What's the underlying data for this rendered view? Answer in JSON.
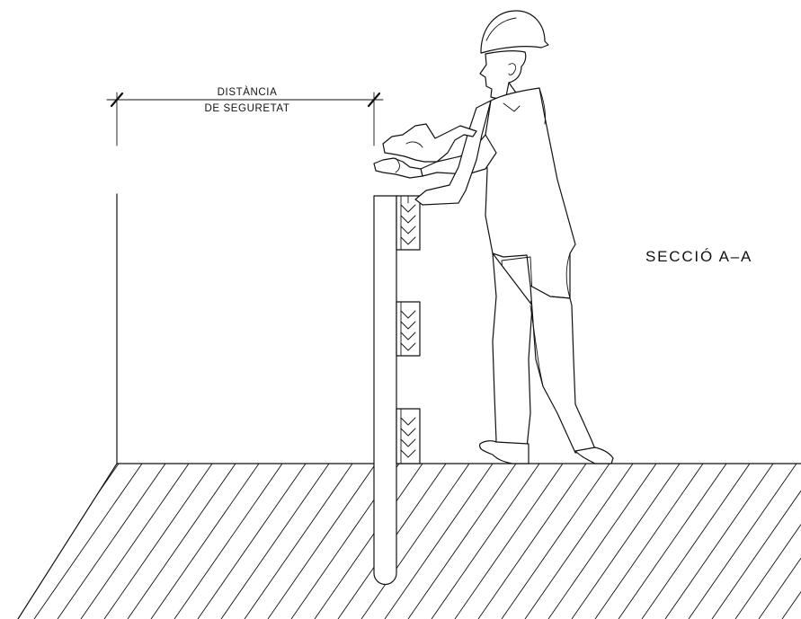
{
  "drawing": {
    "dimension": {
      "line1": "DISTÀNCIA",
      "line2": "DE SEGURETAT"
    },
    "section_label": "SECCIÓ A–A",
    "colors": {
      "ink": "#111111",
      "background": "#ffffff"
    }
  }
}
